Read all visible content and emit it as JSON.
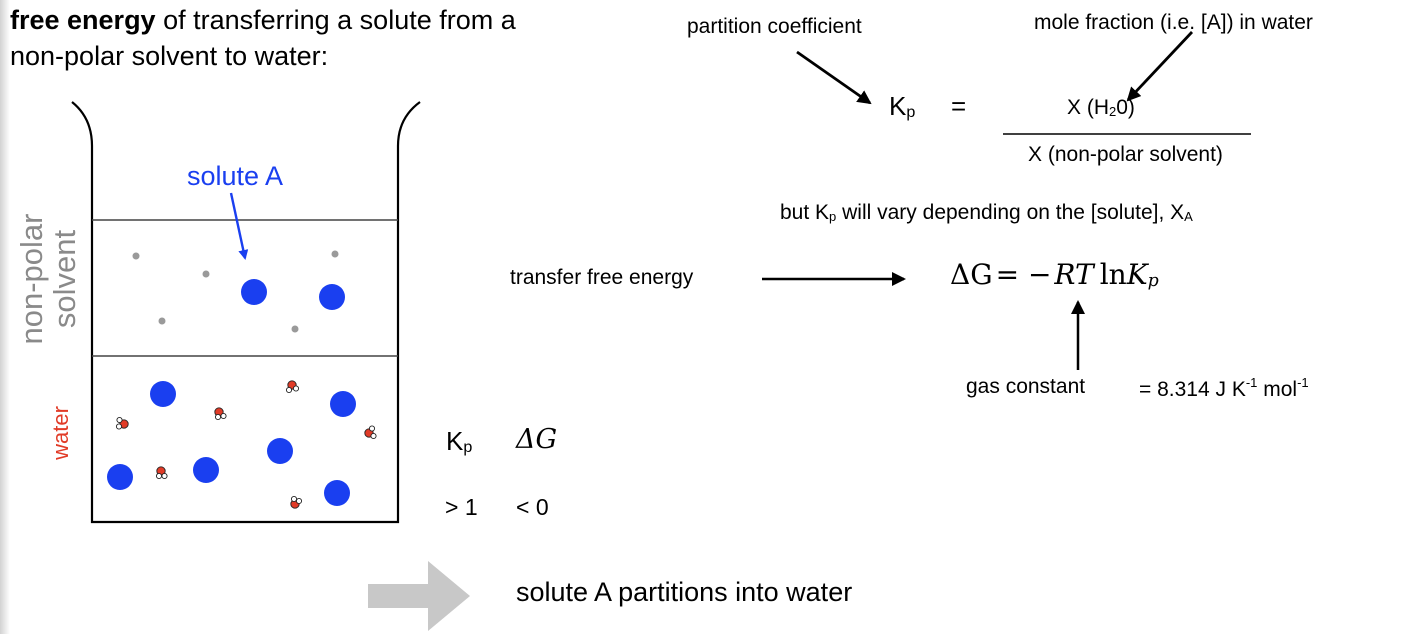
{
  "intro": {
    "bold": "free energy",
    "rest_line1": " of transferring a solute from a",
    "line2": "non-polar solvent to water:"
  },
  "beaker": {
    "solute_label": "solute A",
    "solvent_label_line1": "non-polar",
    "solvent_label_line2": "solvent",
    "water_label": "water",
    "colors": {
      "solute": "#1a3ff0",
      "solvent_particle": "#9a9a9a",
      "water_oxygen": "#e13b27",
      "label_grey": "#8a8a8a"
    }
  },
  "partition": {
    "label": "partition coefficient",
    "mole_fraction_label": "mole fraction (i.e. [A]) in water",
    "kp_main": "K",
    "kp_sub": "p",
    "equals": "=",
    "numerator_prefix": "X (H",
    "numerator_sub": "2",
    "numerator_suffix": "0)",
    "denominator": "X (non-polar solvent)"
  },
  "vary_note": {
    "prefix": "but K",
    "kp_sub": "p",
    "middle": " will vary depending on the [solute], X",
    "x_sub": "A"
  },
  "transfer": {
    "label": "transfer free energy",
    "equation": {
      "delta_g": "ΔG",
      "equals_minus": "= −",
      "rt": "RT",
      "ln": "ln",
      "k": "K",
      "p": "p"
    }
  },
  "gas_constant": {
    "label": "gas constant",
    "value_prefix": "= 8.314 J K",
    "exp1": "-1",
    "value_mid": " mol",
    "exp2": "-1"
  },
  "table": {
    "kp_head_main": "K",
    "kp_head_sub": "p",
    "dg_head": "ΔG",
    "kp_value": "> 1",
    "dg_value": "< 0"
  },
  "conclusion": {
    "text": "solute A partitions into water",
    "arrow_color": "#c8c8c8"
  }
}
